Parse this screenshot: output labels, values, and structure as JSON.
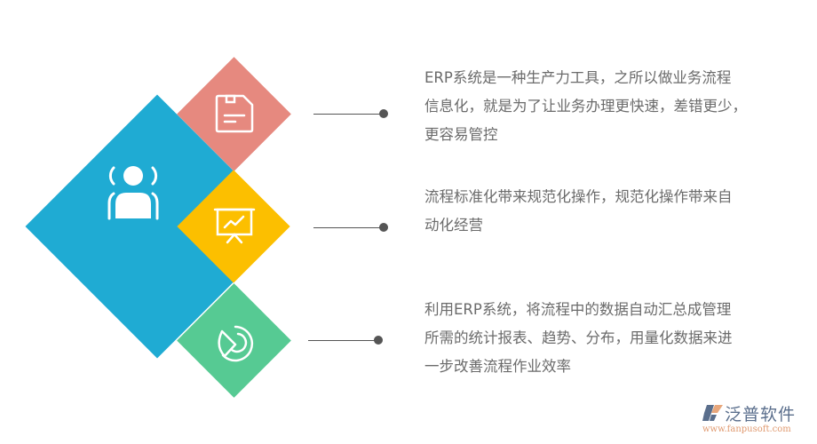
{
  "colors": {
    "blue": "#1fabd3",
    "red": "#e6897f",
    "yellow": "#fcbf00",
    "green": "#56ca93",
    "text": "#6b6b6b",
    "connector": "#555555"
  },
  "diagram": {
    "center_icon": "person-broadcast-icon",
    "items": [
      {
        "icon": "floppy-disk-icon",
        "color": "#e6897f",
        "lines": [
          "ERP系统是一种生产力工具，之所以做业务流程",
          "信息化，就是为了让业务办理更快速，差错更少，",
          "更容易管控"
        ]
      },
      {
        "icon": "presentation-chart-icon",
        "color": "#fcbf00",
        "lines": [
          "流程标准化带来规范化操作，规范化操作带来自",
          "动化经营"
        ]
      },
      {
        "icon": "pie-chart-icon",
        "color": "#56ca93",
        "lines": [
          "利用ERP系统，将流程中的数据自动汇总成管理",
          "所需的统计报表、趋势、分布，用量化数据来进",
          "一步改善流程作业效率"
        ]
      }
    ]
  },
  "watermark": {
    "name": "泛普软件",
    "url": "www.fanpusoft.com"
  }
}
